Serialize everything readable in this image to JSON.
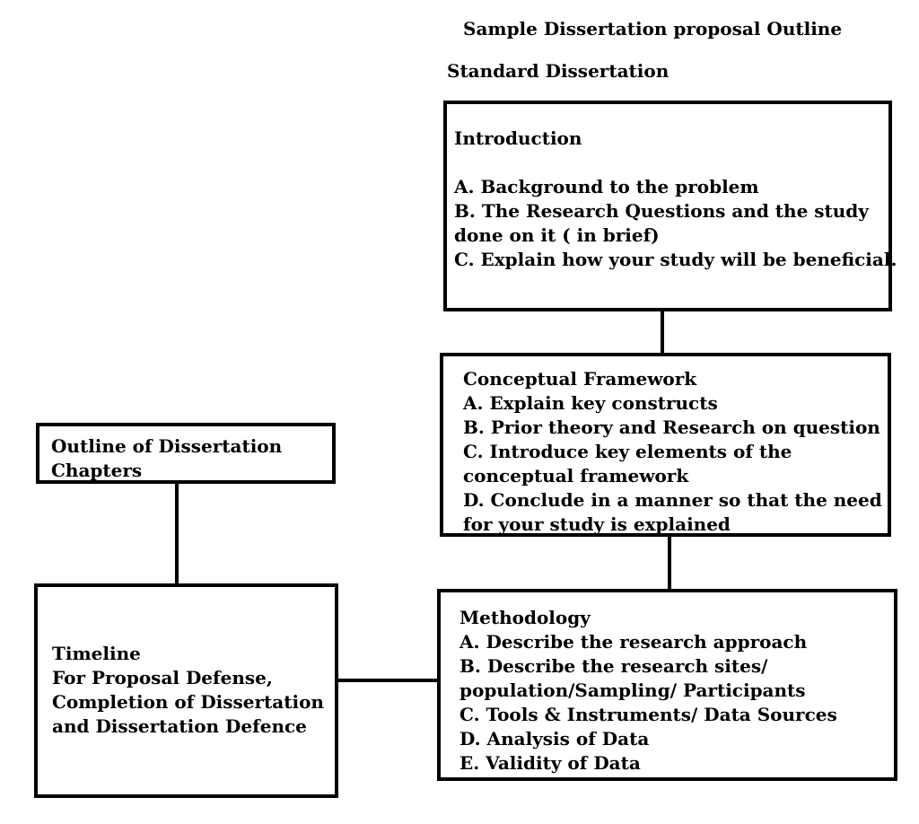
{
  "title": "Sample Dissertation proposal Outline",
  "subtitle": "Standard Dissertation",
  "boxes": {
    "introduction": {
      "heading": "Introduction",
      "lines": [
        "A. Background to the problem",
        "B. The Research Questions and the study",
        "done on it ( in brief)",
        "C. Explain how your study will be beneficial."
      ]
    },
    "conceptual_framework": {
      "heading": "Conceptual Framework",
      "lines": [
        "A. Explain key constructs",
        "B. Prior theory and Research on question",
        "C. Introduce key elements of the",
        "conceptual framework",
        "D. Conclude in a manner so that the need",
        "for your study is explained"
      ]
    },
    "methodology": {
      "heading": "Methodology",
      "lines": [
        "A. Describe the research approach",
        "B. Describe the research sites/",
        "population/Sampling/ Participants",
        "C. Tools & Instruments/ Data Sources",
        "D. Analysis of Data",
        "E. Validity of Data"
      ]
    },
    "outline": {
      "lines": [
        "Outline of Dissertation",
        "Chapters"
      ]
    },
    "timeline": {
      "lines": [
        "Timeline",
        "For Proposal Defense,",
        "Completion of Dissertation",
        "and Dissertation Defence"
      ]
    }
  }
}
